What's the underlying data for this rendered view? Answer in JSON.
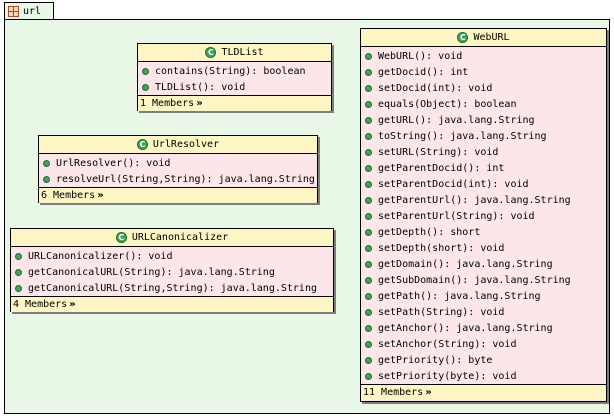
{
  "package": {
    "name": "url"
  },
  "classes": [
    {
      "name": "TLDList",
      "members": [
        "contains(String): boolean",
        "TLDList(): void"
      ],
      "footer": "1 Members"
    },
    {
      "name": "UrlResolver",
      "members": [
        "UrlResolver(): void",
        "resolveUrl(String,String): java.lang.String"
      ],
      "footer": "6 Members"
    },
    {
      "name": "URLCanonicalizer",
      "members": [
        "URLCanonicalizer(): void",
        "getCanonicalURL(String): java.lang.String",
        "getCanonicalURL(String,String): java.lang.String"
      ],
      "footer": "4 Members"
    },
    {
      "name": "WebURL",
      "members": [
        "WebURL(): void",
        "getDocid(): int",
        "setDocid(int): void",
        "equals(Object): boolean",
        "getURL(): java.lang.String",
        "toString(): java.lang.String",
        "setURL(String): void",
        "getParentDocid(): int",
        "setParentDocid(int): void",
        "getParentUrl(): java.lang.String",
        "setParentUrl(String): void",
        "getDepth(): short",
        "setDepth(short): void",
        "getDomain(): java.lang.String",
        "getSubDomain(): java.lang.String",
        "getPath(): java.lang.String",
        "setPath(String): void",
        "getAnchor(): java.lang.String",
        "setAnchor(String): void",
        "getPriority(): byte",
        "setPriority(byte): void"
      ],
      "footer": "11 Members"
    }
  ],
  "icons": {
    "class_icon_glyph": "C",
    "expand_glyph": "»"
  }
}
